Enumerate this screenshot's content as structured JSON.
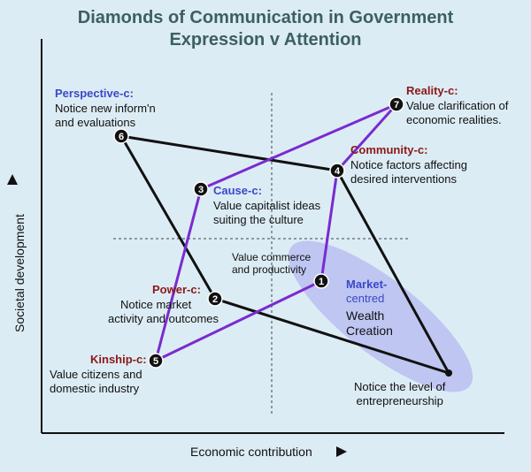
{
  "title": {
    "line1": "Diamonds of Communication in Government",
    "line2": "Expression v Attention"
  },
  "axes": {
    "x_label": "Economic contribution",
    "y_label": "Societal development"
  },
  "nodes": [
    {
      "id": "1",
      "label": "",
      "desc": [
        "Value commerce",
        "and productivity"
      ]
    },
    {
      "id": "2",
      "label": "Power-c",
      "desc": [
        "Notice  market",
        "activity and outcomes"
      ]
    },
    {
      "id": "3",
      "label": "Cause-c",
      "desc": [
        "Value capitalist ideas",
        "suiting the culture"
      ]
    },
    {
      "id": "4",
      "label": "Community-c",
      "desc": [
        "Notice factors affecting",
        "desired interventions"
      ]
    },
    {
      "id": "5",
      "label": "Kinship-c",
      "desc": [
        "Value citizens and",
        "domestic industry"
      ]
    },
    {
      "id": "6",
      "label": "Perspective-c",
      "desc": [
        "Notice new inform'n",
        "and evaluations"
      ]
    },
    {
      "id": "7",
      "label": "Reality-c",
      "desc": [
        "Value clarification of",
        "economic realities."
      ]
    }
  ],
  "center": {
    "line1": "Market-",
    "line2": "centred",
    "line3": "Wealth",
    "line4": "Creation"
  },
  "bottom_note": [
    "Notice the level of",
    "entrepreneurship"
  ],
  "colors": {
    "background": "#dcecf4",
    "title": "#3c5f63",
    "blue_label": "#3a48c9",
    "red_label": "#8c1818",
    "black_line": "#111111",
    "purple_line": "#7a2bd0",
    "ellipse": "#b8bff0"
  }
}
